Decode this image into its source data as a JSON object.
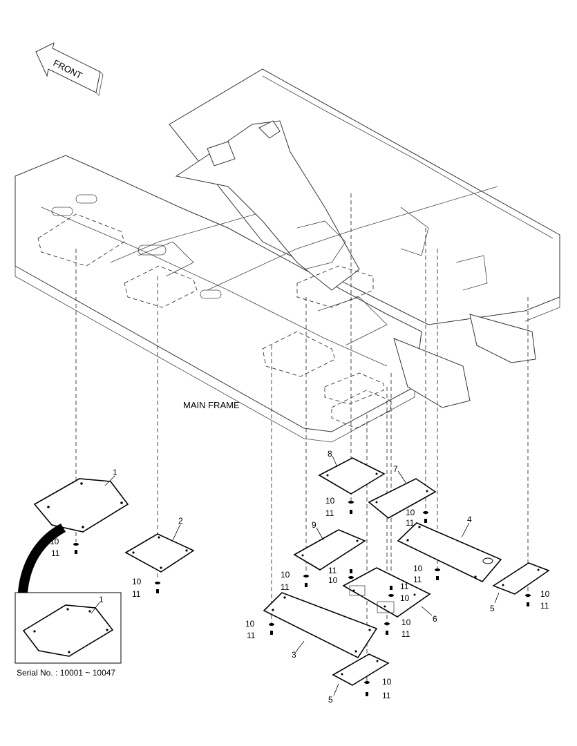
{
  "front_label": "FRONT",
  "main_frame_label": "MAIN FRAME",
  "serial_note": "Serial No. : 10001 ~ 10047",
  "callouts": {
    "c1": "1",
    "c1_inset": "1",
    "c2": "2",
    "c3": "3",
    "c4": "4",
    "c5a": "5",
    "c5b": "5",
    "c6": "6",
    "c7": "7",
    "c8": "8",
    "c9": "9",
    "b10": "10",
    "b11": "11"
  },
  "colors": {
    "line": "#000000",
    "background": "#ffffff"
  }
}
